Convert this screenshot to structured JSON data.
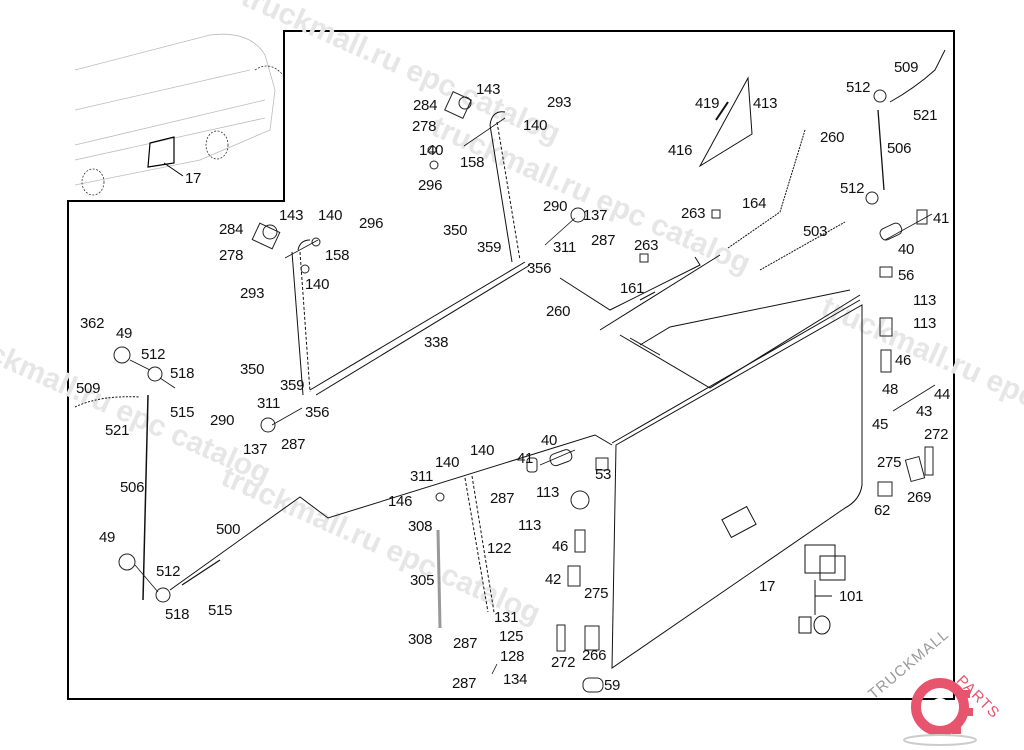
{
  "diagram": {
    "inset_callout": "17",
    "watermarks": [
      "truckmall.ru epc catalog",
      "truckmall.ru epc catalog",
      "truckmall.ru epc catalog",
      "truckmall.ru epc catalog",
      "truckmall.ru epc catalog"
    ],
    "logo": {
      "text_dark": "TRUCKMALL",
      "text_accent": "PARTS",
      "accent_color": "#e8546e"
    },
    "callouts": [
      {
        "id": "c1",
        "text": "143"
      },
      {
        "id": "c2",
        "text": "284"
      },
      {
        "id": "c3",
        "text": "278"
      },
      {
        "id": "c4",
        "text": "293"
      },
      {
        "id": "c5",
        "text": "140"
      },
      {
        "id": "c6",
        "text": "140"
      },
      {
        "id": "c7",
        "text": "158"
      },
      {
        "id": "c8",
        "text": "296"
      },
      {
        "id": "c9",
        "text": "284"
      },
      {
        "id": "c10",
        "text": "143"
      },
      {
        "id": "c11",
        "text": "140"
      },
      {
        "id": "c12",
        "text": "296"
      },
      {
        "id": "c13",
        "text": "278"
      },
      {
        "id": "c14",
        "text": "158"
      },
      {
        "id": "c15",
        "text": "293"
      },
      {
        "id": "c16",
        "text": "140"
      },
      {
        "id": "c17",
        "text": "350"
      },
      {
        "id": "c18",
        "text": "359"
      },
      {
        "id": "c19",
        "text": "356"
      },
      {
        "id": "c20",
        "text": "290"
      },
      {
        "id": "c21",
        "text": "137"
      },
      {
        "id": "c22",
        "text": "311"
      },
      {
        "id": "c23",
        "text": "287"
      },
      {
        "id": "c24",
        "text": "263"
      },
      {
        "id": "c25",
        "text": "263"
      },
      {
        "id": "c26",
        "text": "164"
      },
      {
        "id": "c27",
        "text": "161"
      },
      {
        "id": "c28",
        "text": "260"
      },
      {
        "id": "c29",
        "text": "338"
      },
      {
        "id": "c30",
        "text": "419"
      },
      {
        "id": "c31",
        "text": "413"
      },
      {
        "id": "c32",
        "text": "416"
      },
      {
        "id": "c33",
        "text": "260"
      },
      {
        "id": "c34",
        "text": "509"
      },
      {
        "id": "c35",
        "text": "512"
      },
      {
        "id": "c36",
        "text": "521"
      },
      {
        "id": "c37",
        "text": "506"
      },
      {
        "id": "c38",
        "text": "512"
      },
      {
        "id": "c39",
        "text": "503"
      },
      {
        "id": "c40",
        "text": "41"
      },
      {
        "id": "c41",
        "text": "40"
      },
      {
        "id": "c42",
        "text": "56"
      },
      {
        "id": "c43",
        "text": "113"
      },
      {
        "id": "c44",
        "text": "113"
      },
      {
        "id": "c45",
        "text": "46"
      },
      {
        "id": "c46",
        "text": "48"
      },
      {
        "id": "c47",
        "text": "44"
      },
      {
        "id": "c48",
        "text": "43"
      },
      {
        "id": "c49",
        "text": "45"
      },
      {
        "id": "c50",
        "text": "272"
      },
      {
        "id": "c51",
        "text": "275"
      },
      {
        "id": "c52",
        "text": "269"
      },
      {
        "id": "c53",
        "text": "62"
      },
      {
        "id": "c54",
        "text": "101"
      },
      {
        "id": "c55",
        "text": "17"
      },
      {
        "id": "c56",
        "text": "362"
      },
      {
        "id": "c57",
        "text": "49"
      },
      {
        "id": "c58",
        "text": "512"
      },
      {
        "id": "c59",
        "text": "518"
      },
      {
        "id": "c60",
        "text": "509"
      },
      {
        "id": "c61",
        "text": "515"
      },
      {
        "id": "c62",
        "text": "521"
      },
      {
        "id": "c63",
        "text": "350"
      },
      {
        "id": "c64",
        "text": "359"
      },
      {
        "id": "c65",
        "text": "311"
      },
      {
        "id": "c66",
        "text": "356"
      },
      {
        "id": "c67",
        "text": "290"
      },
      {
        "id": "c68",
        "text": "137"
      },
      {
        "id": "c69",
        "text": "287"
      },
      {
        "id": "c70",
        "text": "506"
      },
      {
        "id": "c71",
        "text": "500"
      },
      {
        "id": "c72",
        "text": "49"
      },
      {
        "id": "c73",
        "text": "512"
      },
      {
        "id": "c74",
        "text": "518"
      },
      {
        "id": "c75",
        "text": "515"
      },
      {
        "id": "c76",
        "text": "140"
      },
      {
        "id": "c77",
        "text": "140"
      },
      {
        "id": "c78",
        "text": "311"
      },
      {
        "id": "c79",
        "text": "146"
      },
      {
        "id": "c80",
        "text": "287"
      },
      {
        "id": "c81",
        "text": "308"
      },
      {
        "id": "c82",
        "text": "122"
      },
      {
        "id": "c83",
        "text": "305"
      },
      {
        "id": "c84",
        "text": "308"
      },
      {
        "id": "c85",
        "text": "287"
      },
      {
        "id": "c86",
        "text": "131"
      },
      {
        "id": "c87",
        "text": "125"
      },
      {
        "id": "c88",
        "text": "128"
      },
      {
        "id": "c89",
        "text": "287"
      },
      {
        "id": "c90",
        "text": "134"
      },
      {
        "id": "c91",
        "text": "40"
      },
      {
        "id": "c92",
        "text": "41"
      },
      {
        "id": "c93",
        "text": "53"
      },
      {
        "id": "c94",
        "text": "113"
      },
      {
        "id": "c95",
        "text": "113"
      },
      {
        "id": "c96",
        "text": "46"
      },
      {
        "id": "c97",
        "text": "42"
      },
      {
        "id": "c98",
        "text": "275"
      },
      {
        "id": "c99",
        "text": "272"
      },
      {
        "id": "c100",
        "text": "266"
      },
      {
        "id": "c101",
        "text": "59"
      }
    ]
  }
}
